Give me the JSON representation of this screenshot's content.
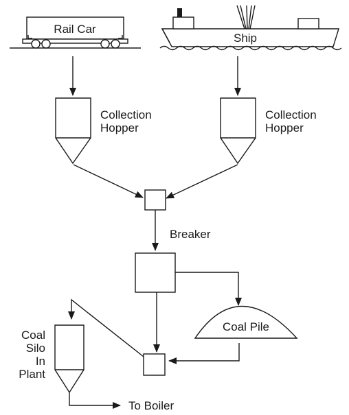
{
  "labels": {
    "rail_car": "Rail Car",
    "ship": "Ship",
    "hopper_left": [
      "Collection",
      "Hopper"
    ],
    "hopper_right": [
      "Collection",
      "Hopper"
    ],
    "breaker": "Breaker",
    "coal_pile": "Coal Pile",
    "coal_silo": [
      "Coal",
      "Silo",
      "In",
      "Plant"
    ],
    "to_boiler": "To Boiler"
  },
  "colors": {
    "line": "#1a1a1a",
    "background": "#ffffff"
  }
}
